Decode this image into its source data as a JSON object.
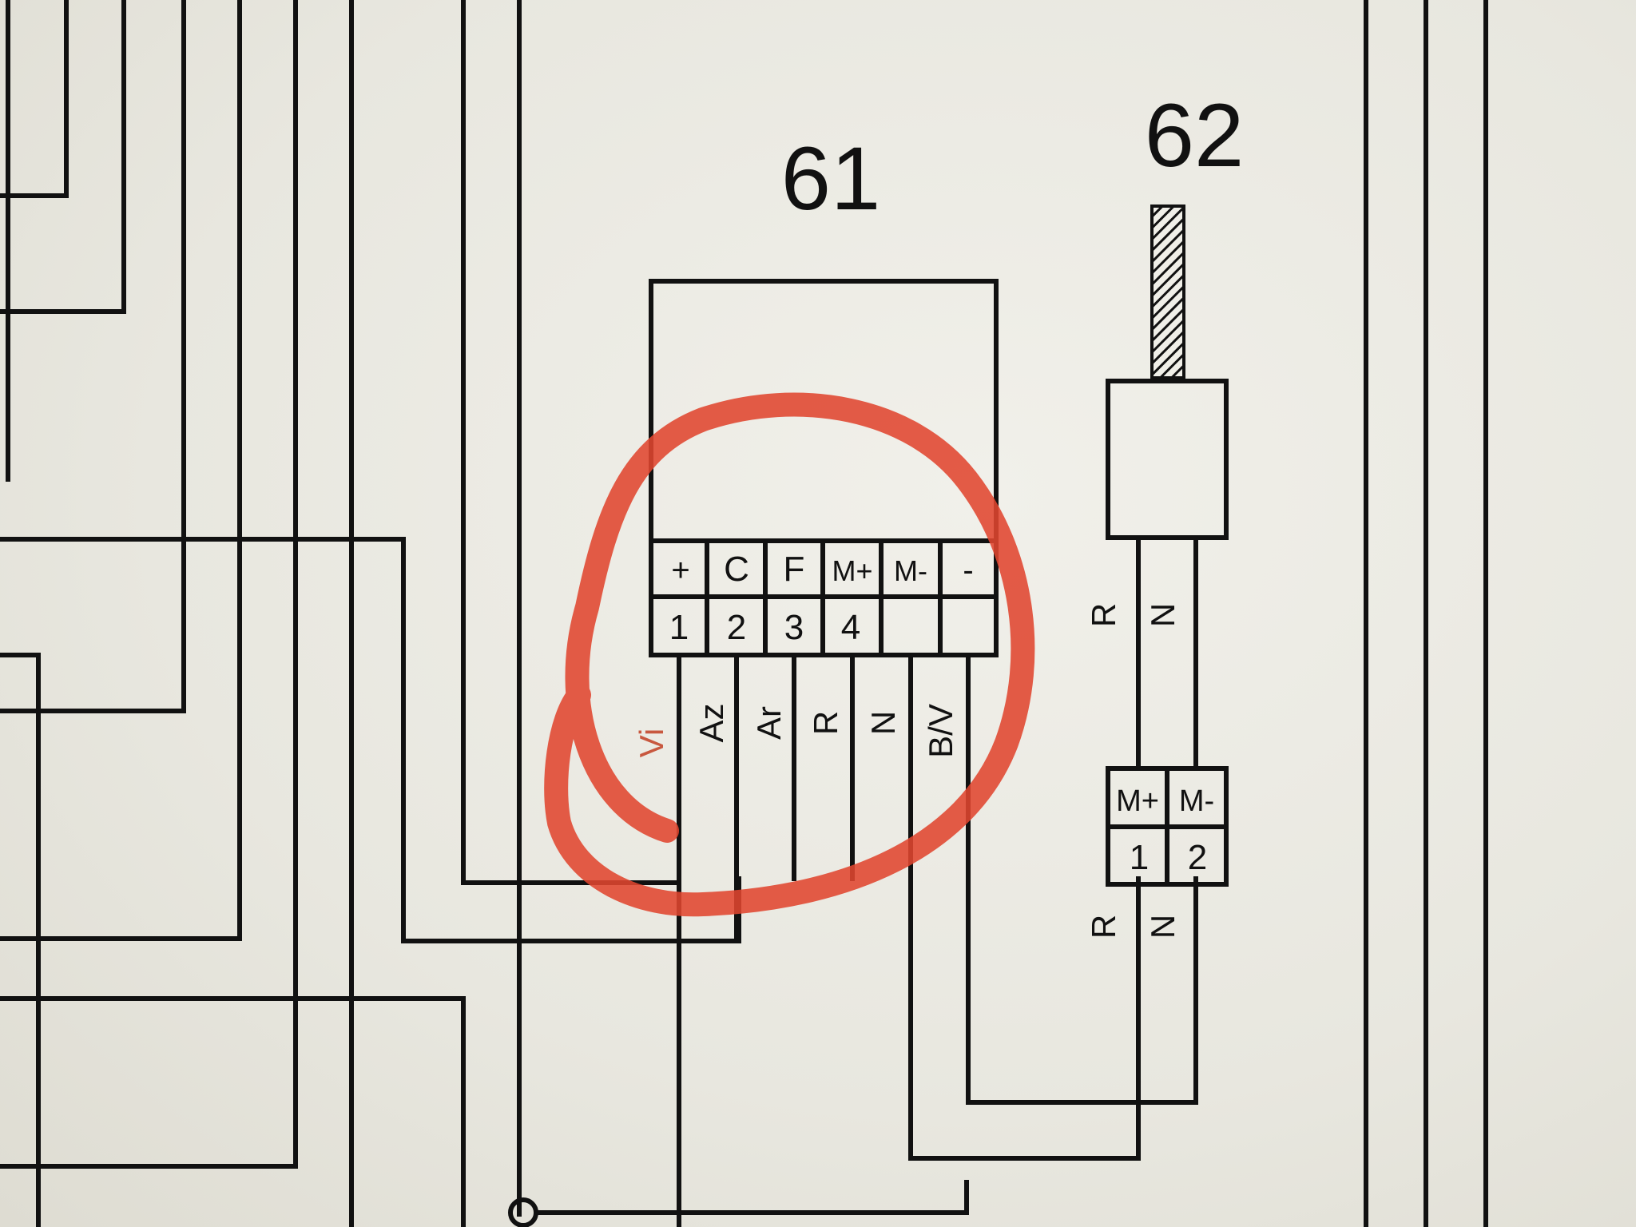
{
  "component_61": {
    "number": "61",
    "terminal_labels": [
      "+",
      "C",
      "F",
      "M+",
      "M-",
      "-"
    ],
    "terminal_numbers": [
      "1",
      "2",
      "3",
      "4",
      "",
      ""
    ],
    "wire_colors": [
      "Vi",
      "Az",
      "Ar",
      "R",
      "N",
      "B/V"
    ]
  },
  "component_62": {
    "number": "62",
    "upper_wire_colors": [
      "R",
      "N"
    ],
    "connector_labels": [
      "M+",
      "M-"
    ],
    "connector_numbers": [
      "1",
      "2"
    ],
    "lower_wire_colors": [
      "R",
      "N"
    ]
  },
  "annotation": {
    "color": "#e0452f"
  }
}
